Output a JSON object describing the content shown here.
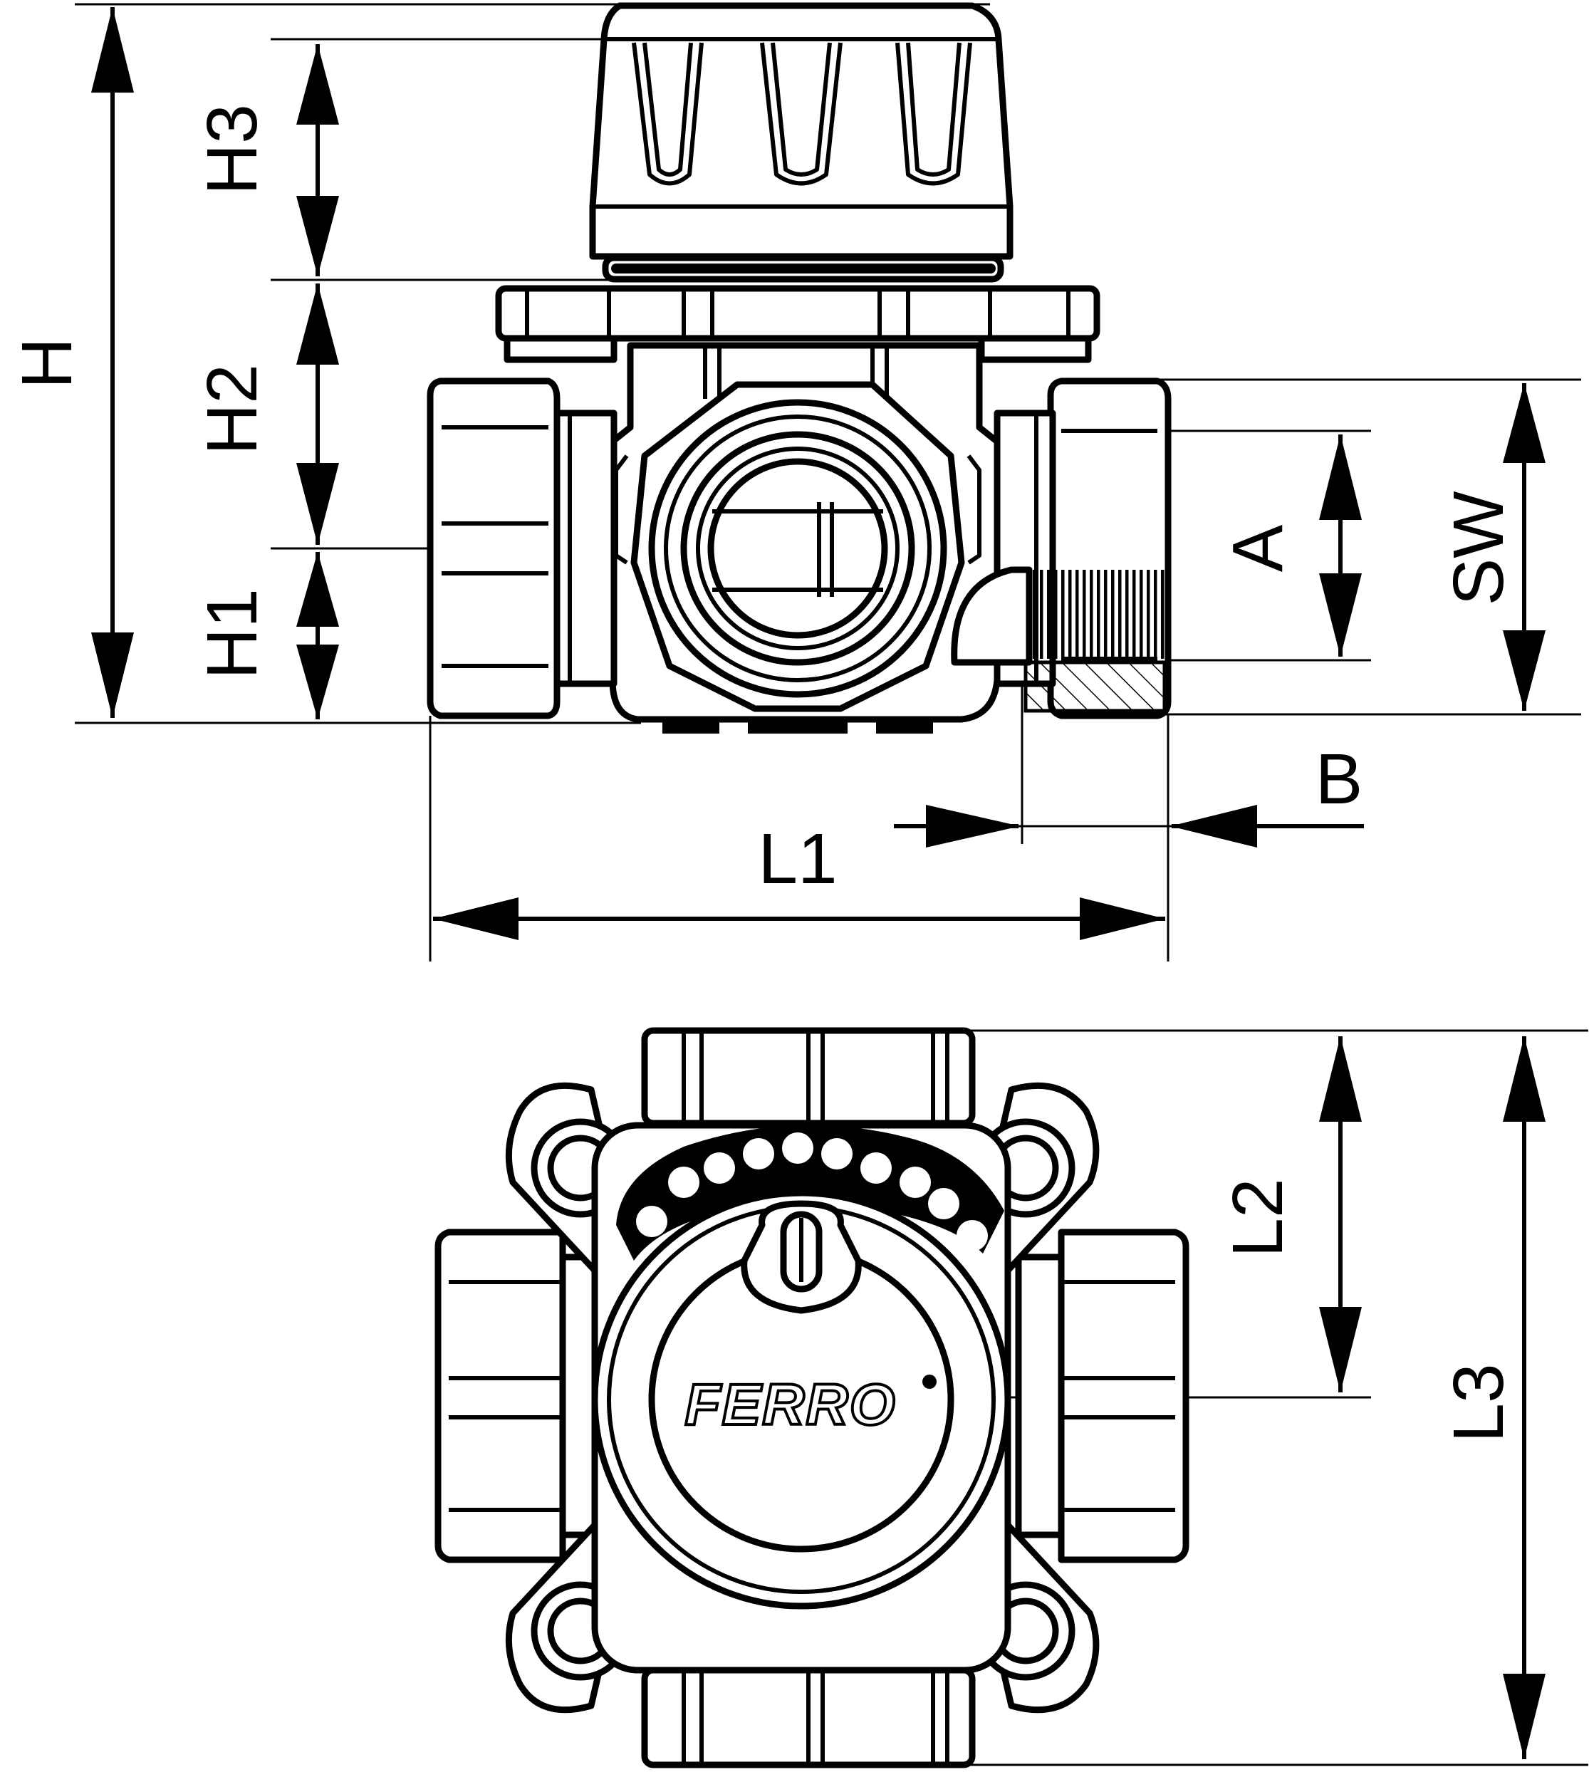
{
  "labels": {
    "H": "H",
    "H1": "H1",
    "H2": "H2",
    "H3": "H3",
    "A": "A",
    "SW": "SW",
    "B": "B",
    "L1": "L1",
    "L2": "L2",
    "L3": "L3"
  },
  "logo": {
    "text": "FERRO"
  },
  "colors": {
    "line": "#000000",
    "background": "#ffffff"
  }
}
